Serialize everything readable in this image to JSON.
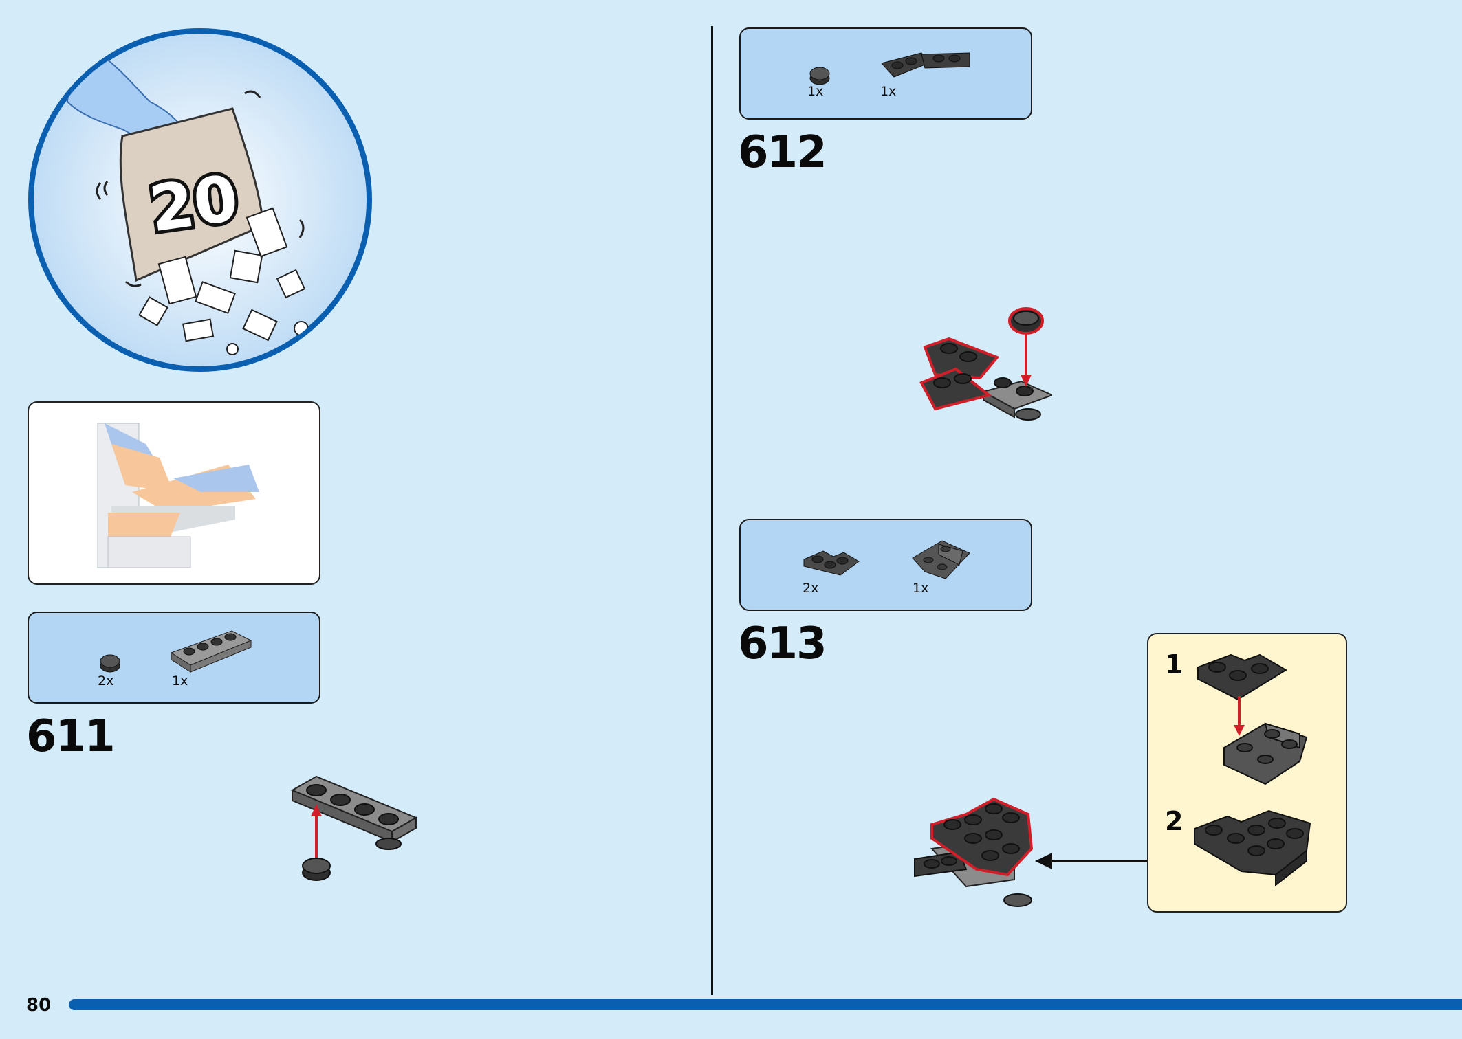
{
  "bag": {
    "number": "20"
  },
  "parts_lists": [
    {
      "step": "611",
      "items": [
        {
          "qty": "2x",
          "part": "round-plate-1x1-dark-grey"
        },
        {
          "qty": "1x",
          "part": "plate-1x4-grey"
        }
      ]
    },
    {
      "step": "612",
      "items": [
        {
          "qty": "1x",
          "part": "round-plate-1x1-dark-grey"
        },
        {
          "qty": "1x",
          "part": "wedge-plate-dark-grey"
        }
      ]
    },
    {
      "step": "613",
      "items": [
        {
          "qty": "2x",
          "part": "corner-plate-2x2-dark-grey"
        },
        {
          "qty": "1x",
          "part": "curved-slope-2x2-dark-grey"
        }
      ]
    }
  ],
  "steps": {
    "s611": "611",
    "s612": "612",
    "s613": "613"
  },
  "subassembly": {
    "step1": "1",
    "step2": "2"
  },
  "footer": {
    "page_number": "80"
  },
  "colors": {
    "background": "#d4ebfa",
    "parts_box": "#b3d6f4",
    "progress_bar": "#0a5fb0",
    "highlight": "#d11f2a",
    "subassembly_box": "#fff6cf"
  }
}
